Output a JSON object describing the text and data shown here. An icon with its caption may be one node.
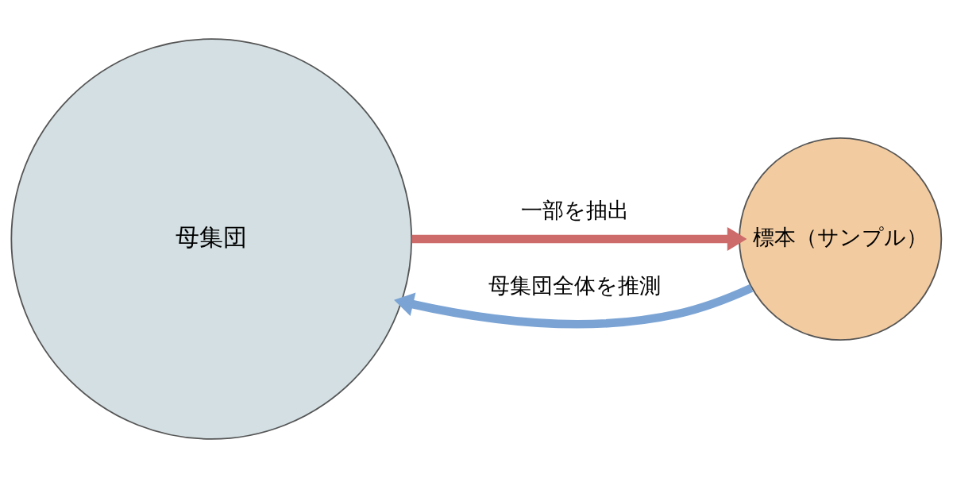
{
  "diagram": {
    "nodes": [
      {
        "text": [
          "母集団"
        ]
      },
      {
        "text": [
          "標本（サンプル）"
        ]
      }
    ],
    "edges": [
      {
        "from": 0,
        "to": 1,
        "arrow": "to",
        "label": "一部を抽出",
        "color": "#cd6a6a"
      },
      {
        "from": 1,
        "to": 0,
        "arrow": "to",
        "label": "母集団全体を推測",
        "color": "#7ba4d5"
      }
    ]
  }
}
